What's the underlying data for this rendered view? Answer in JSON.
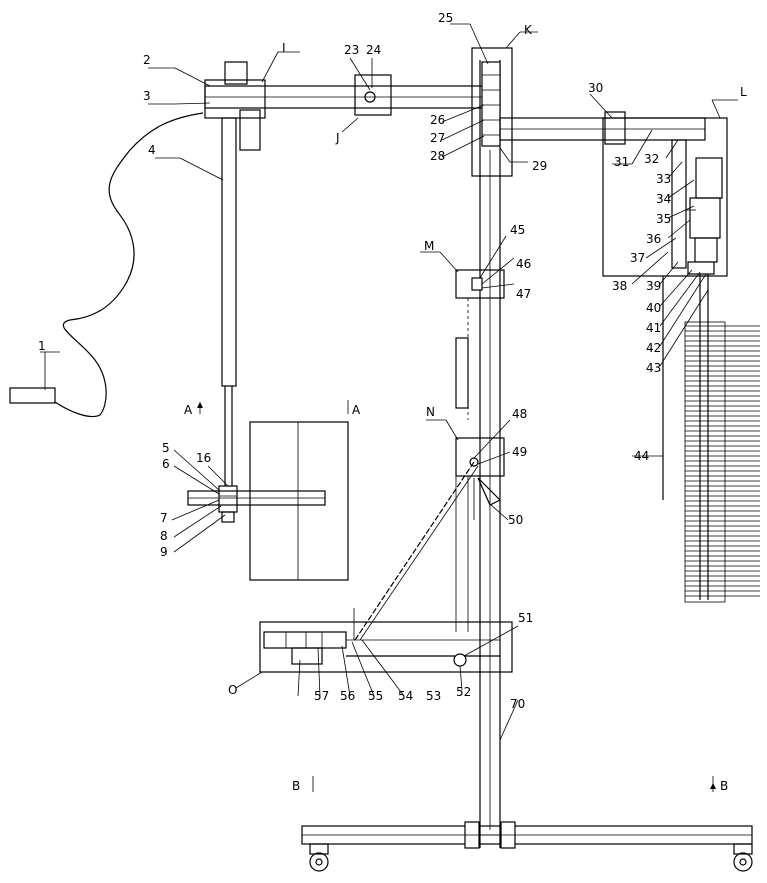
{
  "diagram": {
    "part_numbers": [
      "1",
      "2",
      "3",
      "4",
      "5",
      "6",
      "7",
      "8",
      "9",
      "16",
      "23",
      "24",
      "25",
      "26",
      "27",
      "28",
      "29",
      "30",
      "31",
      "32",
      "33",
      "34",
      "35",
      "36",
      "37",
      "38",
      "39",
      "40",
      "41",
      "42",
      "43",
      "44",
      "45",
      "46",
      "47",
      "48",
      "49",
      "50",
      "51",
      "52",
      "53",
      "54",
      "55",
      "56",
      "57",
      "70"
    ],
    "detail_letters": [
      "I",
      "J",
      "K",
      "L",
      "M",
      "N",
      "O"
    ],
    "section_letters": [
      "A",
      "A",
      "B",
      "B"
    ]
  }
}
